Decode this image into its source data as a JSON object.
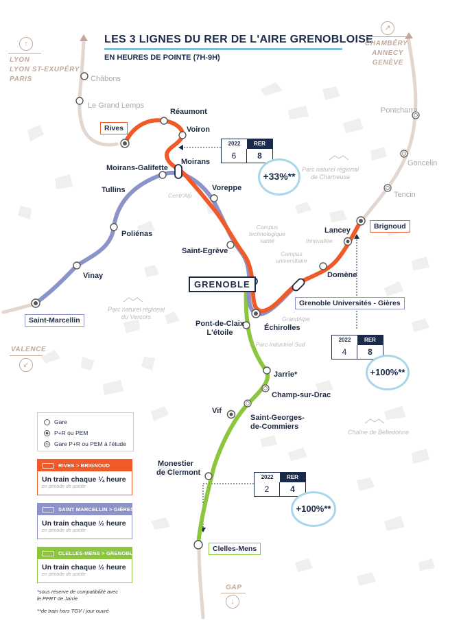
{
  "title": "LES 3 LIGNES DU RER DE L'AIRE GRENOBLOISE",
  "subtitle": "EN HEURES DE POINTE (7H-9H)",
  "colors": {
    "line_rives_brignoud": "#f05a28",
    "line_saint_marcellin_gieres": "#8c93c8",
    "line_clelles_grenoble": "#8cc63f",
    "navy": "#1b2a4a",
    "direction_text": "#c2a89a"
  },
  "directions": {
    "north_west": [
      "LYON",
      "LYON ST-EXUPÉRY",
      "PARIS"
    ],
    "north_east": [
      "CHAMBÉRY",
      "ANNECY",
      "GENÈVE"
    ],
    "west": "VALENCE",
    "south": "GAP"
  },
  "stations": {
    "chabons": "Châbons",
    "le_grand_lemps": "Le Grand Lemps",
    "reaumont": "Réaumont",
    "rives": "Rives",
    "voiron": "Voiron",
    "moirans_galifette": "Moirans-Galifette",
    "moirans": "Moirans",
    "tullins": "Tullins",
    "voreppe": "Voreppe",
    "polienas": "Poliénas",
    "vinay": "Vinay",
    "saint_marcellin": "Saint-Marcellin",
    "saint_egreve": "Saint-Egrève",
    "grenoble": "GRENOBLE",
    "pont_de_claix": [
      "Pont-de-Claix",
      "L'étoile"
    ],
    "echirolles": "Échirolles",
    "grenoble_universites": "Grenoble Universités - Gières",
    "domene": "Domène",
    "lancey": "Lancey",
    "brignoud": "Brignoud",
    "tencin": "Tencin",
    "goncelin": "Goncelin",
    "pontcharra": "Pontcharra",
    "jarrie": "Jarrie*",
    "champ_sur_drac": "Champ-sur-Drac",
    "vif": "Vif",
    "saint_georges": [
      "Saint-Georges-",
      "de-Commiers"
    ],
    "monestier": [
      "Monestier",
      "de Clermont"
    ],
    "clelles_mens": "Clelles-Mens"
  },
  "zones": {
    "centr_alp": "Centr'Alp",
    "chartreuse": [
      "Parc naturel régional",
      "de Chartreuse"
    ],
    "campus_sante": [
      "Campus",
      "technologique",
      "santé"
    ],
    "campus_universitaire": [
      "Campus",
      "universitaire"
    ],
    "innovallee": "Innovallée",
    "vercors": [
      "Parc naturel régional",
      "du Vercors"
    ],
    "grand_alpe": "GrandAlpe",
    "parc_industriel_sud": "* Parc Industriel Sud",
    "belledonne": "Chaîne de Belledonne"
  },
  "comparisons": [
    {
      "id": "rives",
      "h1": "2022",
      "h2": "RER",
      "v1": "6",
      "v2": "8",
      "increase": "+33%**"
    },
    {
      "id": "brignoud",
      "h1": "2022",
      "h2": "RER",
      "v1": "4",
      "v2": "8",
      "increase": "+100%**"
    },
    {
      "id": "clelles",
      "h1": "2022",
      "h2": "RER",
      "v1": "2",
      "v2": "4",
      "increase": "+100%**"
    }
  ],
  "legend": {
    "gare": "Gare",
    "pr_pem": "P+R ou PEM",
    "pr_pem_etude": "Gare P+R ou PEM à l'étude"
  },
  "line_cards": [
    {
      "id": "rives-brignoud",
      "name": "RIVES > BRIGNOUD",
      "frequency": "Un train chaque ¼ heure",
      "note": "en période de pointe",
      "color": "#f05a28"
    },
    {
      "id": "marcellin-gieres",
      "name": "SAINT MARCELLIN > GIÈRES",
      "frequency": "Un train chaque ½ heure",
      "note": "en période de pointe",
      "color": "#8c93c8"
    },
    {
      "id": "clelles-grenoble",
      "name": "CLELLES-MENS > GRENOBLE",
      "frequency": "Un train chaque ½ heure",
      "note": "en période de pointe",
      "color": "#8cc63f"
    }
  ],
  "footnotes": {
    "f1": [
      "*sous réserve de compatibilité avec",
      "le PPRT de Jarrie"
    ],
    "f2": "**de train hors TGV / jour ouvré"
  }
}
